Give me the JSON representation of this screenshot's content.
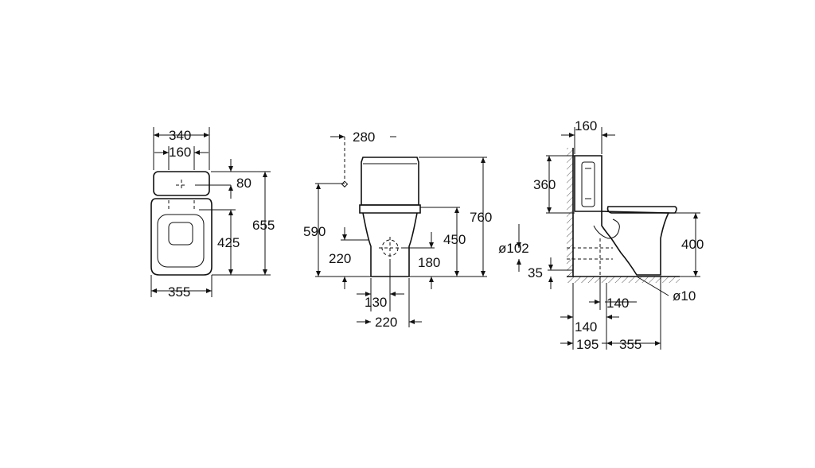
{
  "top_view": {
    "width_340": "340",
    "width_160": "160",
    "depth_80": "80",
    "depth_425": "425",
    "depth_655": "655",
    "width_355": "355"
  },
  "front_view": {
    "offset_280": "280",
    "height_590": "590",
    "height_220": "220",
    "height_760": "760",
    "height_450": "450",
    "height_180": "180",
    "width_130": "130",
    "width_220": "220"
  },
  "side_view": {
    "width_160": "160",
    "height_360": "360",
    "dia_102": "ø102",
    "height_35": "35",
    "height_400": "400",
    "dist_140_a": "140",
    "dia_10": "ø10",
    "dist_140_b": "140",
    "dist_195": "195",
    "dist_355": "355"
  }
}
